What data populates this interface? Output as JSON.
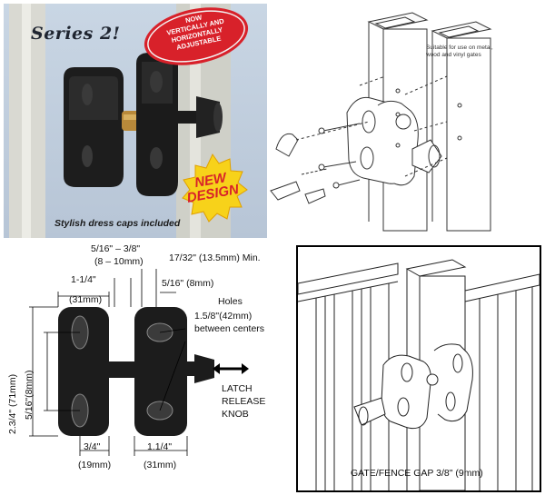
{
  "photo_panel": {
    "series_title": "Series 2!",
    "promo_badge_lines": [
      "NOW",
      "VERTICALLY AND",
      "HORIZONTALLY",
      "ADJUSTABLE"
    ],
    "new_badge_lines": [
      "NEW",
      "DESIGN"
    ],
    "caption": "Stylish dress caps included",
    "colors": {
      "badge_red": "#d8212a",
      "badge_yellow": "#f7d21a",
      "latch_black": "#1b1b1b",
      "background": "#c3cfdd"
    }
  },
  "exploded_panel": {
    "note": "Suitable for use on metal, wood and vinyl gates",
    "icons": [
      "post-icon",
      "screw-icon",
      "latch-exploded-icon",
      "dress-cap-icon"
    ]
  },
  "dimensions_panel": {
    "labels": {
      "gap_range": "5/16\" – 3/8\"",
      "gap_range_mm": "(8 – 10mm)",
      "hole_offset": "17/32\" (13.5mm) Min.",
      "width_in": "1-1/4\"",
      "width_mm": "(31mm)",
      "hole_dia": "5/16\" (8mm)",
      "holes": "Holes",
      "hole_spacing": "1.5/8\"(42mm)",
      "between_centers": "between centers",
      "height": "2.3/4\" (71mm)",
      "thickness": "5/16\"(8mm)",
      "latch_release_1": "LATCH",
      "latch_release_2": "RELEASE",
      "latch_release_3": "KNOB",
      "bottom_left_in": "3/4\"",
      "bottom_left_mm": "(19mm)",
      "bottom_right_in": "1.1/4\"",
      "bottom_right_mm": "(31mm)"
    }
  },
  "install_panel": {
    "gap_label": "GATE/FENCE GAP  3/8\" (9mm)"
  }
}
